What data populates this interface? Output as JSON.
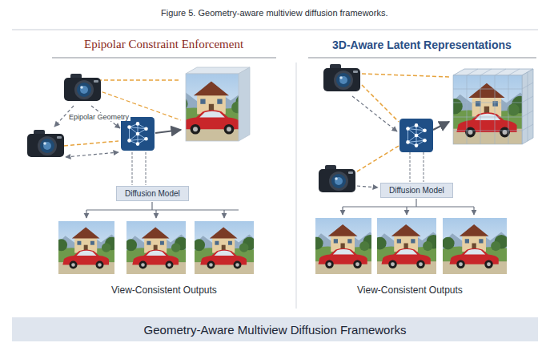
{
  "diagram": {
    "caption": "Figure 5. Geometry-aware multiview diffusion frameworks.",
    "nodes": [
      {
        "text": [
          "Diffusion Model"
        ]
      },
      {
        "text": [
          "Diffusion Model"
        ]
      },
      {
        "text": [
          "Geometry-Aware Multiview Diffusion Frameworks"
        ]
      }
    ],
    "labels": [
      "Epipolar Constraint Enforcement",
      "3D-Aware Latent Representations",
      "Epipolar Geometry",
      "View-Consistent Outputs",
      "View-Consistent Outputs"
    ]
  }
}
